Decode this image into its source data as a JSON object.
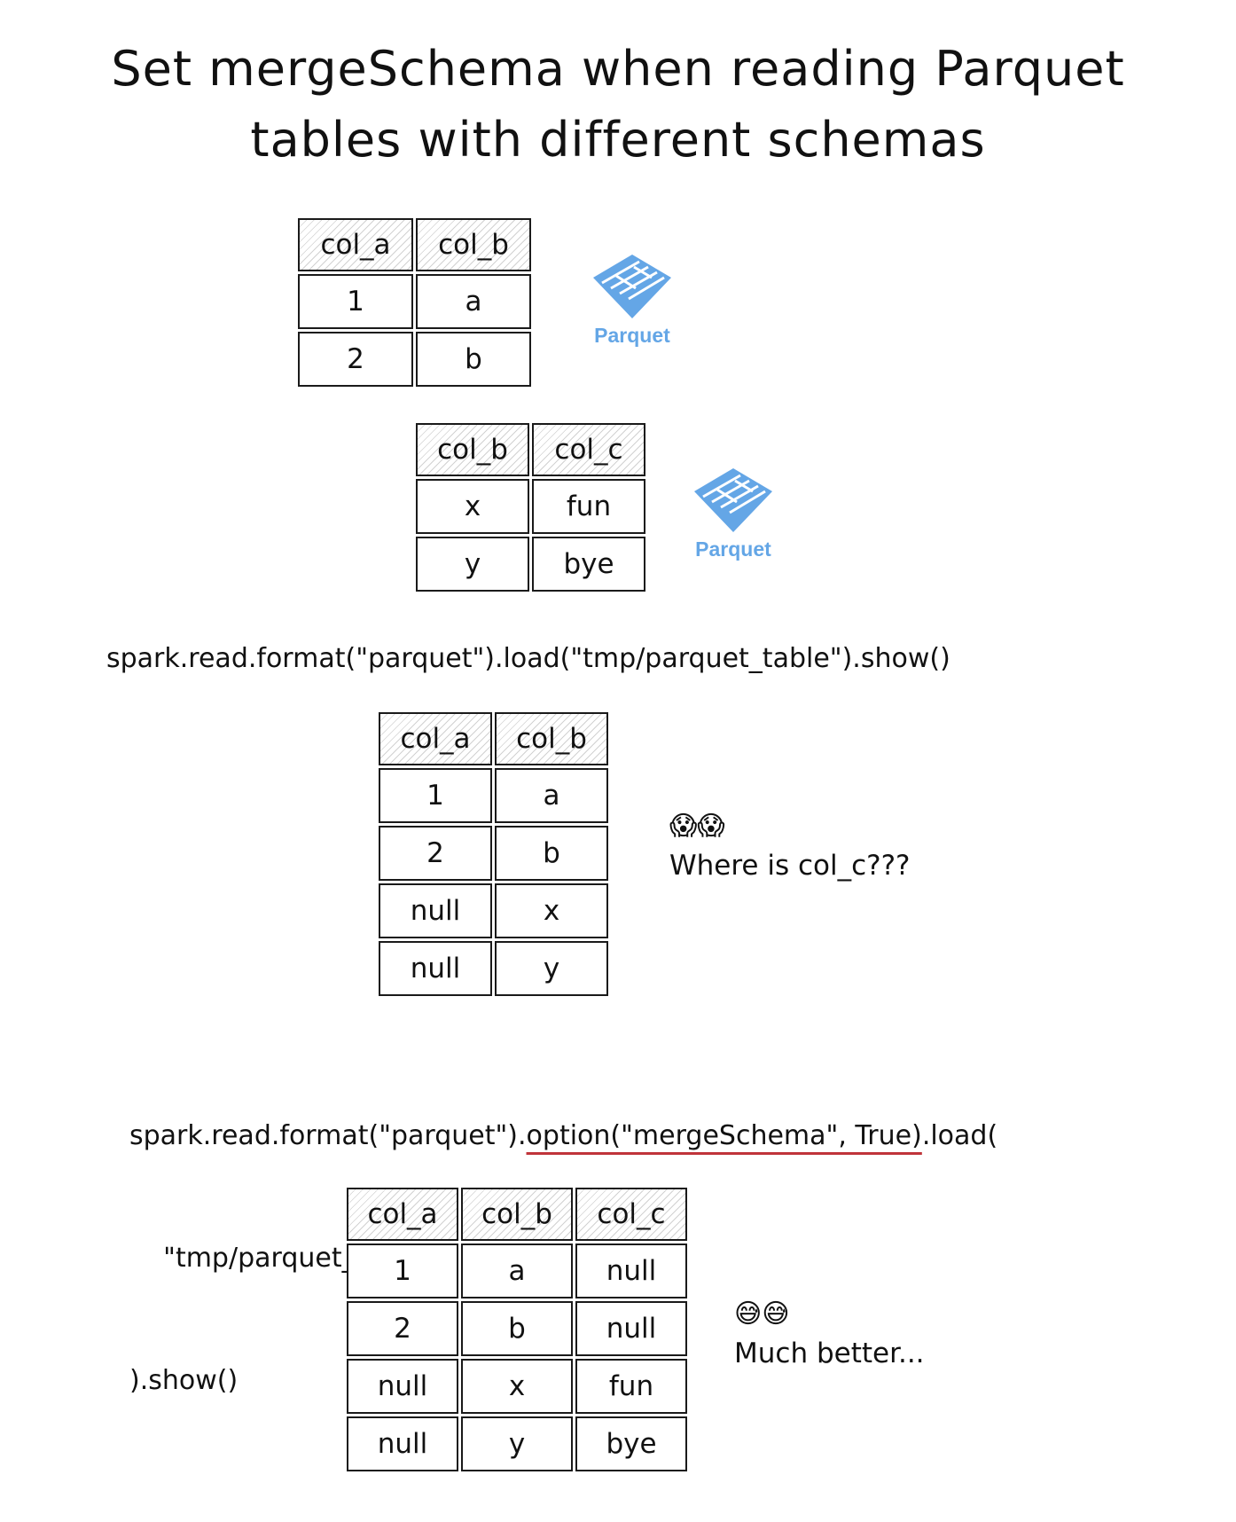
{
  "title": {
    "line1": "Set mergeSchema when reading Parquet",
    "line2": "tables with different schemas"
  },
  "tables": {
    "source1": {
      "headers": [
        "col_a",
        "col_b"
      ],
      "rows": [
        [
          "1",
          "a"
        ],
        [
          "2",
          "b"
        ]
      ]
    },
    "source2": {
      "headers": [
        "col_b",
        "col_c"
      ],
      "rows": [
        [
          "x",
          "fun"
        ],
        [
          "y",
          "bye"
        ]
      ]
    },
    "result1": {
      "headers": [
        "col_a",
        "col_b"
      ],
      "rows": [
        [
          "1",
          "a"
        ],
        [
          "2",
          "b"
        ],
        [
          "null",
          "x"
        ],
        [
          "null",
          "y"
        ]
      ]
    },
    "result2": {
      "headers": [
        "col_a",
        "col_b",
        "col_c"
      ],
      "rows": [
        [
          "1",
          "a",
          "null"
        ],
        [
          "2",
          "b",
          "null"
        ],
        [
          "null",
          "x",
          "fun"
        ],
        [
          "null",
          "y",
          "bye"
        ]
      ]
    }
  },
  "logos": {
    "label": "Parquet",
    "icon": "parquet-logo-icon",
    "color": "#64a6e6"
  },
  "code1": "spark.read.format(\"parquet\").load(\"tmp/parquet_table\").show()",
  "code2": {
    "prefix": "spark.read.format(\"parquet\").",
    "highlight": "option(\"mergeSchema\", True)",
    "suffix": ".load(",
    "line2": "    \"tmp/parquet_table\"",
    "line3": ").show()",
    "underline_color": "#c0343a"
  },
  "note1": {
    "emoji": "😱😱",
    "text": "Where is col_c???"
  },
  "note2": {
    "emoji": "😅😅",
    "text": "Much better..."
  }
}
